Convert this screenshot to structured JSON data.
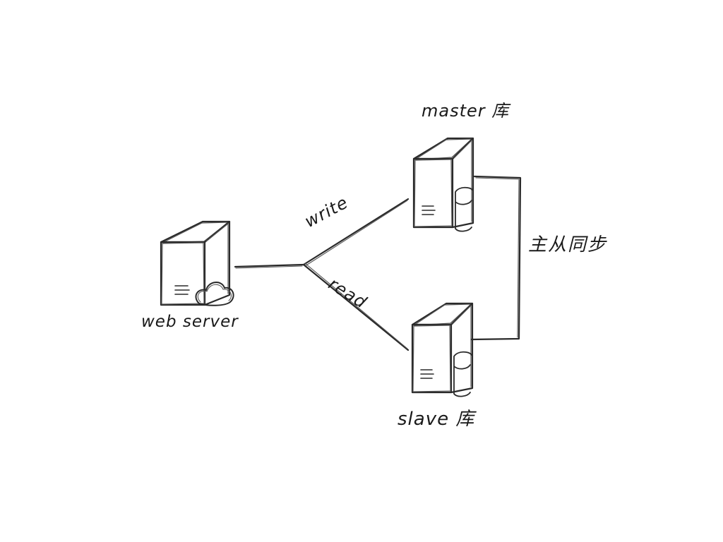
{
  "nodes": {
    "web_server": {
      "label": "web server",
      "icon": "server-cloud-icon"
    },
    "master": {
      "label": "master 库",
      "icon": "database-server-icon"
    },
    "slave": {
      "label": "slave 库",
      "icon": "database-server-icon"
    }
  },
  "edges": {
    "write": {
      "label": "write"
    },
    "read": {
      "label": "read"
    },
    "sync": {
      "label": "主从同步"
    }
  },
  "colors": {
    "stroke": "#2a2a2a",
    "background": "#ffffff"
  }
}
